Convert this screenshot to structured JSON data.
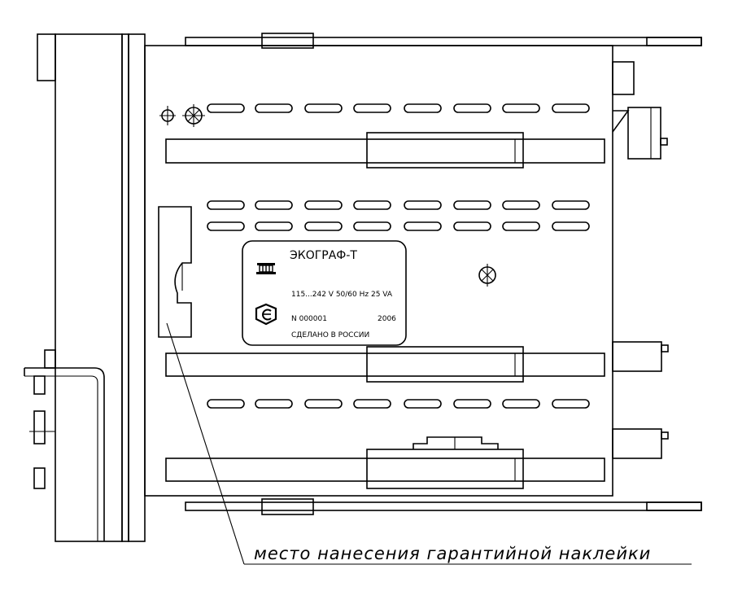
{
  "plate": {
    "title": "ЭКОГРАФ-Т",
    "power": "115...242 V 50/60 Hz 25 VA",
    "serial": "N 000001",
    "year": "2006",
    "made_in": "СДЕЛАНО В РОССИИ"
  },
  "callout": {
    "label": "место нанесения гарантийной наклейки"
  }
}
